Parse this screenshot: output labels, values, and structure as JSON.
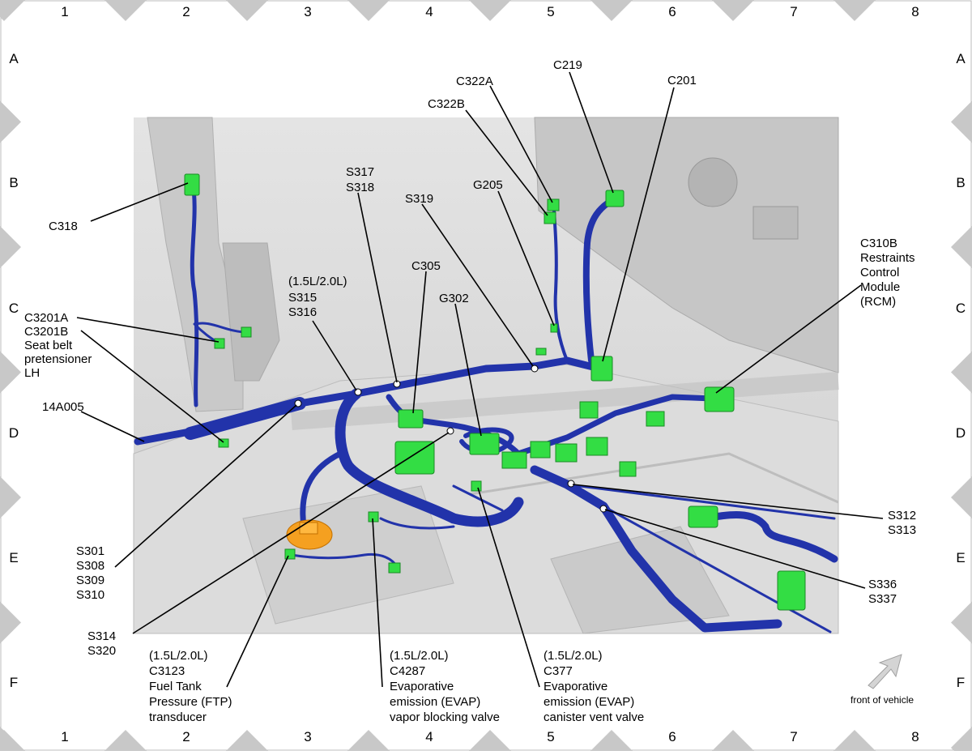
{
  "border": {
    "columns": [
      "1",
      "2",
      "3",
      "4",
      "5",
      "6",
      "7",
      "8"
    ],
    "rows": [
      "A",
      "B",
      "C",
      "D",
      "E",
      "F"
    ]
  },
  "labels": {
    "c318": "C318",
    "c3201a": "C3201A",
    "c3201b": "C3201B",
    "seatbelt_1": "Seat belt",
    "seatbelt_2": "pretensioner",
    "seatbelt_3": "LH",
    "a14005": "14A005",
    "s317": "S317",
    "s318": "S318",
    "s315_variant": "(1.5L/2.0L)",
    "s315": "S315",
    "s316": "S316",
    "s319": "S319",
    "c305": "C305",
    "g302": "G302",
    "g205": "G205",
    "c322a": "C322A",
    "c322b": "C322B",
    "c219": "C219",
    "c201": "C201",
    "c310b_1": "C310B",
    "c310b_2": "Restraints",
    "c310b_3": "Control",
    "c310b_4": "Module",
    "c310b_5": "(RCM)",
    "s301": "S301",
    "s308": "S308",
    "s309": "S309",
    "s310": "S310",
    "s314": "S314",
    "s320": "S320",
    "s312": "S312",
    "s313": "S313",
    "s336": "S336",
    "s337": "S337",
    "c3123_variant": "(1.5L/2.0L)",
    "c3123": "C3123",
    "c3123_desc1": "Fuel Tank",
    "c3123_desc2": "Pressure (FTP)",
    "c3123_desc3": "transducer",
    "c4287_variant": "(1.5L/2.0L)",
    "c4287": "C4287",
    "c4287_desc1": "Evaporative",
    "c4287_desc2": "emission (EVAP)",
    "c4287_desc3": "vapor blocking valve",
    "c377_variant": "(1.5L/2.0L)",
    "c377": "C377",
    "c377_desc1": "Evaporative",
    "c377_desc2": "emission (EVAP)",
    "c377_desc3": "canister vent valve"
  },
  "front_indicator": "front of vehicle",
  "colors": {
    "harness": "#2233aa",
    "connector": "#33dd44",
    "body_panel": "#d6d6d6",
    "fuel_module": "#f5a020",
    "border_diamond": "#c8c8c8"
  }
}
